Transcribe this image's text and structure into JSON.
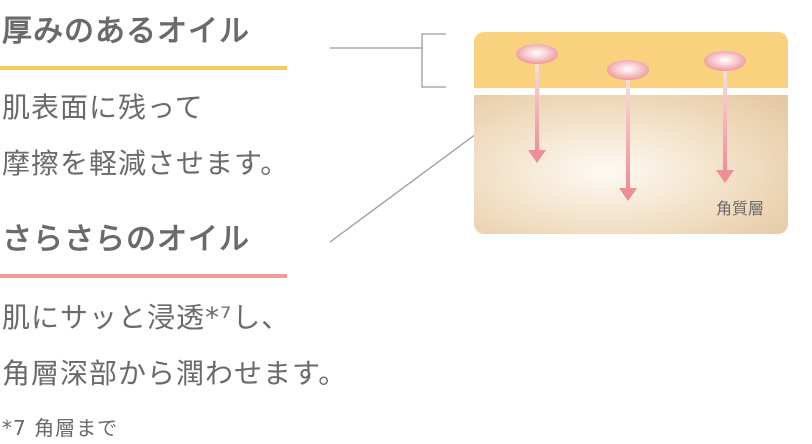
{
  "thick_oil": {
    "title": "厚みのあるオイル",
    "lines": [
      "肌表面に残って",
      "摩擦を軽減させます。"
    ]
  },
  "smooth_oil": {
    "title": "さらさらのオイル",
    "lines": [
      "肌にサッと浸透*⁷し、",
      "角層深部から潤わせます。"
    ]
  },
  "footnote": "*7 角層まで",
  "diagram": {
    "layer_label": "角質層"
  },
  "colors": {
    "thick_underline": "#f6c95a",
    "smooth_underline": "#f09a9a",
    "oil_layer": "#fad27f",
    "skin_layer": "#ecd3b1",
    "droplet": "#f0a6ac",
    "arrow": "#f29aa0",
    "connector": "#9a9a9a"
  }
}
